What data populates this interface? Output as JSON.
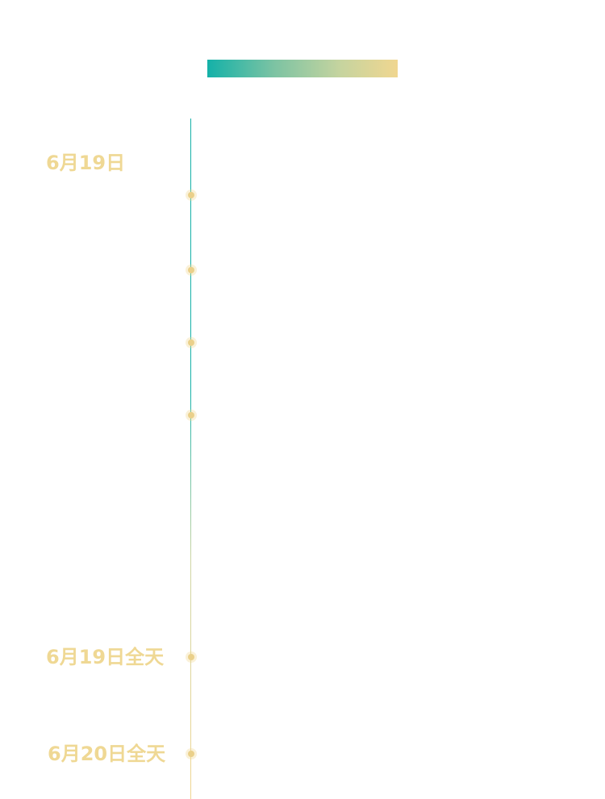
{
  "header": {
    "title": ""
  },
  "timeline": {
    "line_colors": [
      "#14b1a8",
      "#f0d690"
    ],
    "node_color": "#ead08a",
    "label_color": "#efd894",
    "date_labels": [
      "6月19日",
      "6月19日全天",
      "6月20日全天"
    ]
  }
}
